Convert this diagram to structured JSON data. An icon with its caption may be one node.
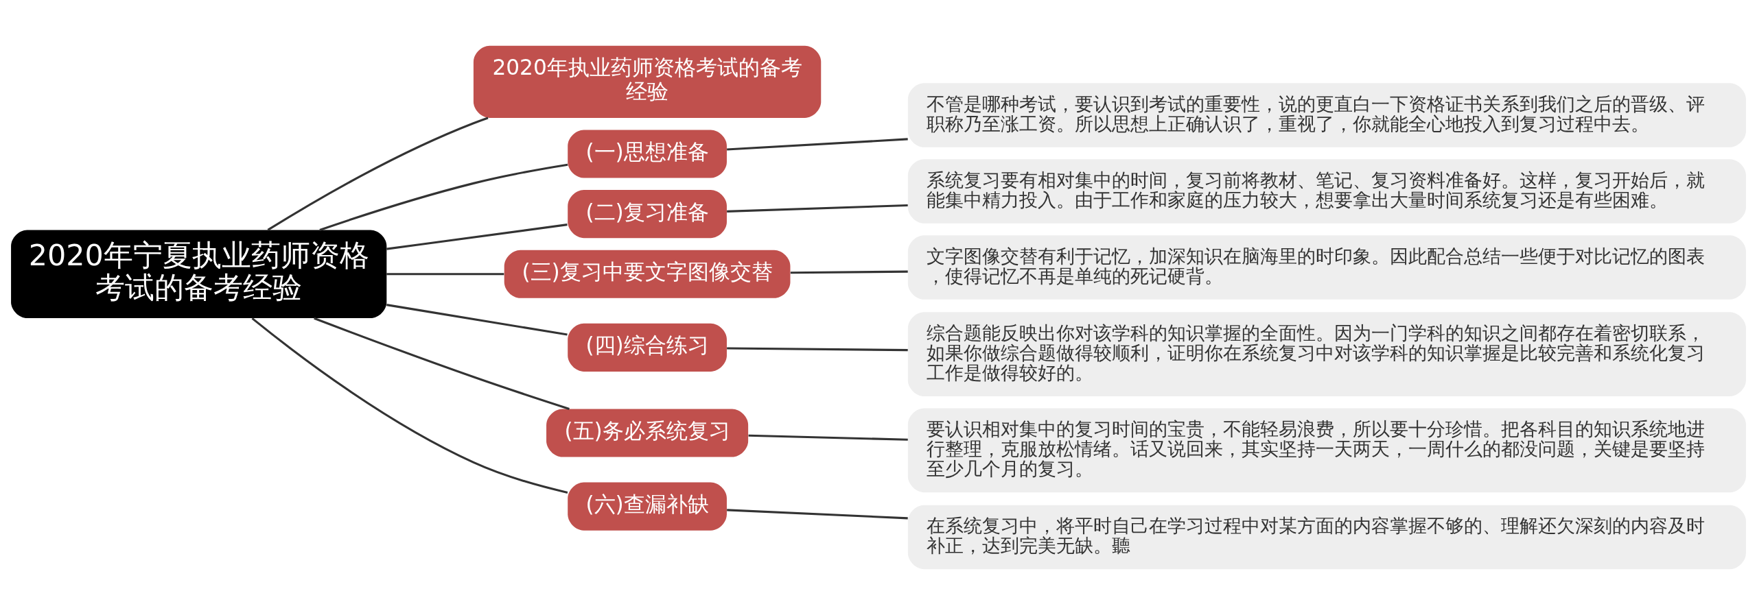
{
  "diagram": {
    "nodes": [
      {
        "text": [
          "2020年宁夏执业药师资格考试的备考经验"
        ]
      },
      {
        "text": [
          "2020年执业药师资格考试的备考经验"
        ]
      },
      {
        "text": [
          "(一)思想准备"
        ]
      },
      {
        "text": [
          "不管是哪种考试，要认识到考试的重要性，说的更直白一下资格证书关系到我们之后的晋级、评职称乃至涨工资。所以思想上正确认识了，重视了，你就能全心地投入到复习过程中去。"
        ]
      },
      {
        "text": [
          "(二)复习准备"
        ]
      },
      {
        "text": [
          "系统复习要有相对集中的时间，复习前将教材、笔记、复习资料准备好。这样，复习开始后，就能集中精力投入。由于工作和家庭的压力较大，想要拿出大量时间系统复习还是有些困难。"
        ]
      },
      {
        "text": [
          "(三)复习中要文字图像交替"
        ]
      },
      {
        "text": [
          "文字图像交替有利于记忆，加深知识在脑海里的时印象。因此配合总结一些便于对比记忆的图表，使得记忆不再是单纯的死记硬背。"
        ]
      },
      {
        "text": [
          "(四)综合练习"
        ]
      },
      {
        "text": [
          "综合题能反映出你对该学科的知识掌握的全面性。因为一门学科的知识之间都存在着密切联系，如果你做综合题做得较顺利，证明你在系统复习中对该学科的知识掌握是比较完善和系统化复习工作是做得较好的。"
        ]
      },
      {
        "text": [
          "(五)务必系统复习"
        ]
      },
      {
        "text": [
          "要认识相对集中的复习时间的宝贵，不能轻易浪费，所以要十分珍惜。把各科目的知识系统地进行整理，克服放松情绪。话又说回来，其实坚持一天两天，一周什么的都没问题，关键是要坚持至少几个月的复习。"
        ]
      },
      {
        "text": [
          "(六)查漏补缺"
        ]
      },
      {
        "text": [
          "在系统复习中，将平时自己在学习过程中对某方面的内容掌握不够的、理解还欠深刻的内容及时补正，达到完美无缺。聽"
        ]
      }
    ],
    "edges": [
      {
        "from": 0,
        "to": 1,
        "arrow": "none"
      },
      {
        "from": 0,
        "to": 2,
        "arrow": "none"
      },
      {
        "from": 2,
        "to": 3,
        "arrow": "none"
      },
      {
        "from": 0,
        "to": 4,
        "arrow": "none"
      },
      {
        "from": 4,
        "to": 5,
        "arrow": "none"
      },
      {
        "from": 0,
        "to": 6,
        "arrow": "none"
      },
      {
        "from": 6,
        "to": 7,
        "arrow": "none"
      },
      {
        "from": 0,
        "to": 8,
        "arrow": "none"
      },
      {
        "from": 8,
        "to": 9,
        "arrow": "none"
      },
      {
        "from": 0,
        "to": 10,
        "arrow": "none"
      },
      {
        "from": 10,
        "to": 11,
        "arrow": "none"
      },
      {
        "from": 0,
        "to": 12,
        "arrow": "none"
      },
      {
        "from": 12,
        "to": 13,
        "arrow": "none"
      }
    ]
  }
}
